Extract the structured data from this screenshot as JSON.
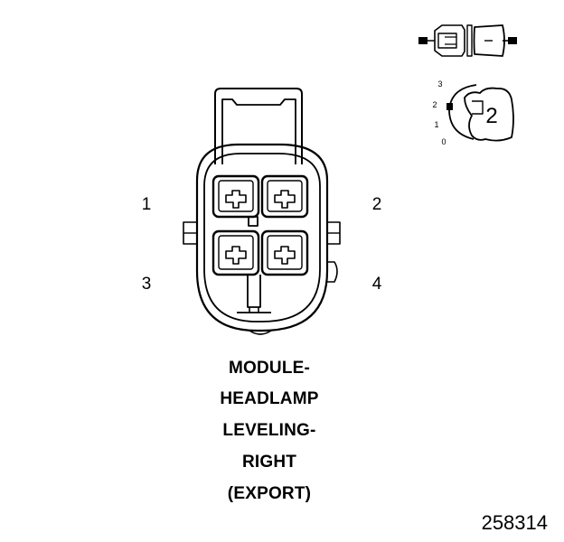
{
  "connector": {
    "pins": [
      {
        "label": "1"
      },
      {
        "label": "2"
      },
      {
        "label": "3"
      },
      {
        "label": "4"
      }
    ]
  },
  "title_lines": [
    "MODULE-",
    "HEADLAMP",
    "LEVELING-",
    "RIGHT",
    "(EXPORT)"
  ],
  "figure_id": "258314",
  "position_legend": {
    "scale": [
      "3",
      "2",
      "1",
      "0"
    ],
    "current": "2"
  },
  "colors": {
    "line": "#000000",
    "background": "#ffffff"
  }
}
